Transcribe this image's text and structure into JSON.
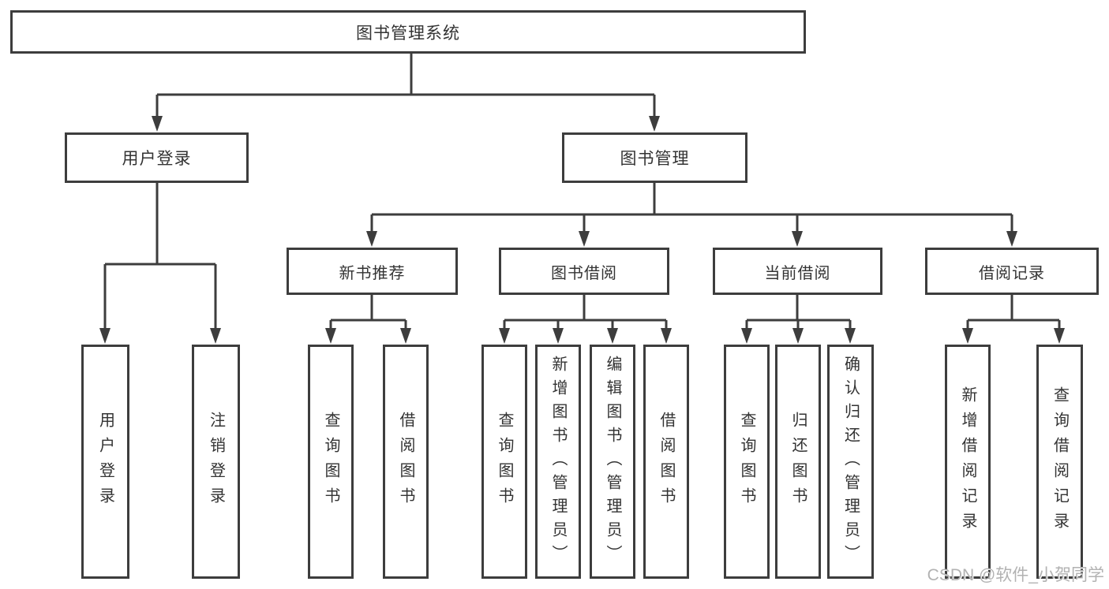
{
  "tree": {
    "label": "图书管理系统",
    "children": [
      {
        "label": "用户登录",
        "children": [
          {
            "label": "用户登录"
          },
          {
            "label": "注销登录"
          }
        ]
      },
      {
        "label": "图书管理",
        "children": [
          {
            "label": "新书推荐",
            "children": [
              {
                "label": "查询图书"
              },
              {
                "label": "借阅图书"
              }
            ]
          },
          {
            "label": "图书借阅",
            "children": [
              {
                "label": "查询图书"
              },
              {
                "label": "新增图书（管理员）"
              },
              {
                "label": "编辑图书（管理员）"
              },
              {
                "label": "借阅图书"
              }
            ]
          },
          {
            "label": "当前借阅",
            "children": [
              {
                "label": "查询图书"
              },
              {
                "label": "归还图书"
              },
              {
                "label": "确认归还（管理员）"
              }
            ]
          },
          {
            "label": "借阅记录",
            "children": [
              {
                "label": "新增借阅记录"
              },
              {
                "label": "查询借阅记录"
              }
            ]
          }
        ]
      }
    ]
  },
  "watermark": "CSDN @软件_小贺同学",
  "colors": {
    "line": "#3d3d3d",
    "box_background": "#ffffff",
    "text": "#333333",
    "watermark": "#b2b2b2"
  }
}
